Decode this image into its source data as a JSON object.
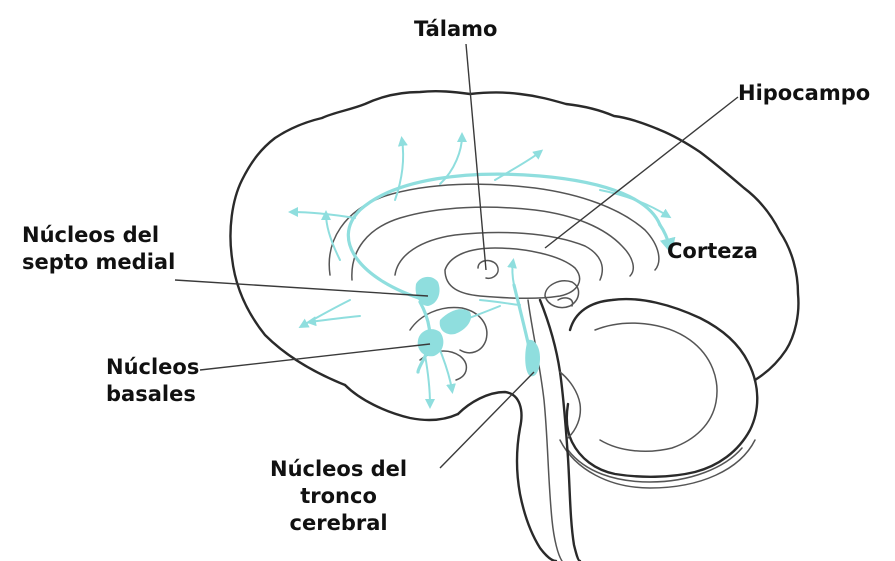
{
  "colors": {
    "pathway": "#8fdede",
    "outline": "#2a2a2a",
    "label": "#111111"
  },
  "labels": {
    "thalamus": "Tálamo",
    "hippocampus": "Hipocampo",
    "cortex": "Corteza",
    "septal_nuclei": [
      "Núcleos del",
      "septo medial"
    ],
    "basal_nuclei": [
      "Núcleos",
      "basales"
    ],
    "brainstem_nuclei": [
      "Núcleos del",
      "tronco",
      "cerebral"
    ]
  }
}
